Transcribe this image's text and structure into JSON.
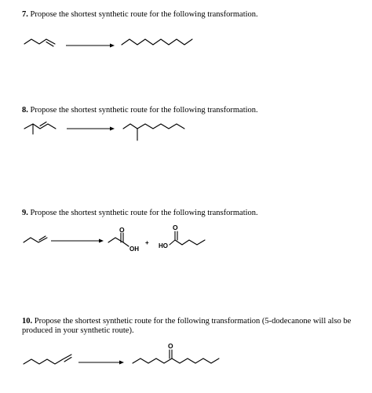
{
  "questions": [
    {
      "number": "7.",
      "text": "Propose the shortest synthetic route for the following transformation."
    },
    {
      "number": "8.",
      "text": "Propose the shortest synthetic route for the following transformation."
    },
    {
      "number": "9.",
      "text": "Propose the shortest synthetic route for the following transformation.",
      "labels": {
        "acid_oh": "OH",
        "plus": "+",
        "acid_ho": "HO",
        "oxygen_left": "O",
        "oxygen_right": "O"
      }
    },
    {
      "number": "10.",
      "text": "Propose the shortest synthetic route for the following transformation (5-dodecanone will also be produced in your synthetic route).",
      "labels": {
        "oxygen": "O"
      }
    }
  ]
}
